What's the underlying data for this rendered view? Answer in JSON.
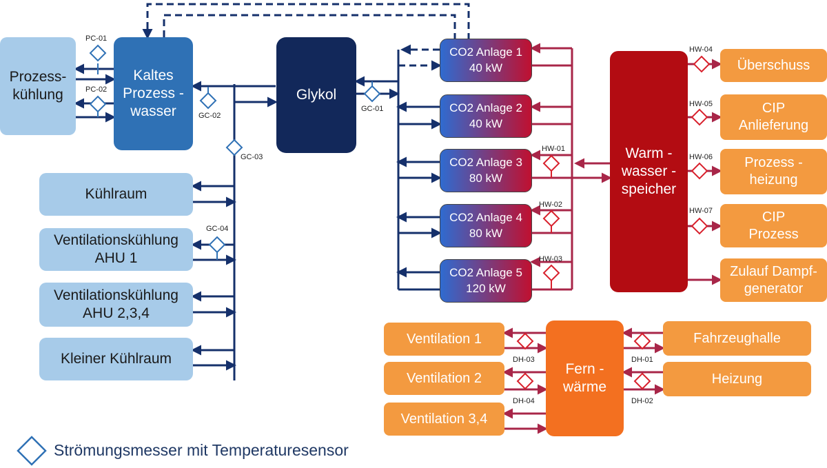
{
  "nodes": {
    "prozesskuehlung": "Prozess-\nkühlung",
    "kaltes_prozesswasser": "Kaltes\nProzess -\nwasser",
    "glykol": "Glykol",
    "kuehlraum": "Kühlraum",
    "vent_ahu1": "Ventilationskühlung\nAHU 1",
    "vent_ahu234": "Ventilationskühlung\nAHU 2,3,4",
    "kleiner_kuehlraum": "Kleiner Kühlraum",
    "co2_1": "CO2 Anlage 1\n40 kW",
    "co2_2": "CO2 Anlage 2\n40 kW",
    "co2_3": "CO2 Anlage 3\n80 kW",
    "co2_4": "CO2 Anlage 4\n80 kW",
    "co2_5": "CO2 Anlage 5\n120 kW",
    "warmwasser": "Warm -\nwasser -\nspeicher",
    "ueberschuss": "Überschuss",
    "cip_anlieferung": "CIP\nAnlieferung",
    "prozessheizung": "Prozess -\nheizung",
    "cip_prozess": "CIP\nProzess",
    "zulauf_dampf": "Zulauf Dampf-\ngenerator",
    "fernwaerme": "Fern -\nwärme",
    "vent1": "Ventilation 1",
    "vent2": "Ventilation 2",
    "vent34": "Ventilation 3,4",
    "fahrzeughalle": "Fahrzeughalle",
    "heizung": "Heizung"
  },
  "sensors": {
    "pc01": "PC-01",
    "pc02": "PC-02",
    "gc01": "GC-01",
    "gc02": "GC-02",
    "gc03": "GC-03",
    "gc04": "GC-04",
    "hw01": "HW-01",
    "hw02": "HW-02",
    "hw03": "HW-03",
    "hw04": "HW-04",
    "hw05": "HW-05",
    "hw06": "HW-06",
    "hw07": "HW-07",
    "dh01": "DH-01",
    "dh02": "DH-02",
    "dh03": "DH-03",
    "dh04": "DH-04"
  },
  "legend": {
    "text": "Strömungsmesser mit Temperaturesensor"
  },
  "colors": {
    "cold": "#15306b",
    "hot": "#a82648",
    "sensor_cold": "#2f71b5",
    "sensor_hot": "#d8202c"
  }
}
